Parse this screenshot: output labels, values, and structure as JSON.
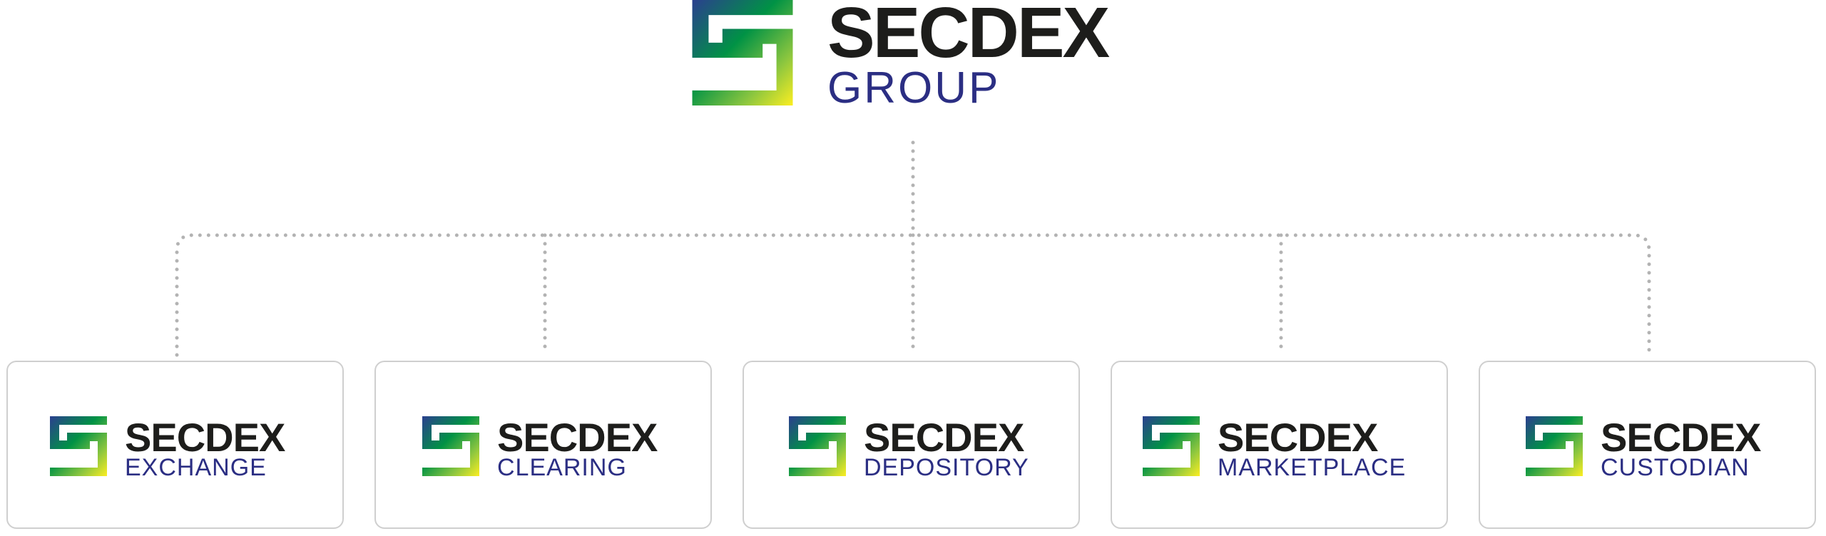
{
  "group": {
    "name": "SECDEX",
    "sub": "GROUP"
  },
  "subsidiaries": [
    {
      "name": "SECDEX",
      "sub": "EXCHANGE"
    },
    {
      "name": "SECDEX",
      "sub": "CLEARING"
    },
    {
      "name": "SECDEX",
      "sub": "DEPOSITORY"
    },
    {
      "name": "SECDEX",
      "sub": "MARKETPLACE"
    },
    {
      "name": "SECDEX",
      "sub": "CUSTODIAN"
    }
  ],
  "colors": {
    "brand_name": "#1d1d1b",
    "brand_sub": "#2b2e83",
    "gradient_blue": "#2b3f8f",
    "gradient_green": "#009245",
    "gradient_lime": "#8cc63f",
    "gradient_yellow": "#fcee21",
    "connector": "#b3b3b3",
    "card_border": "#cfcfcf"
  },
  "icons": {
    "logo_mark": "secdex-s-mark-icon"
  }
}
